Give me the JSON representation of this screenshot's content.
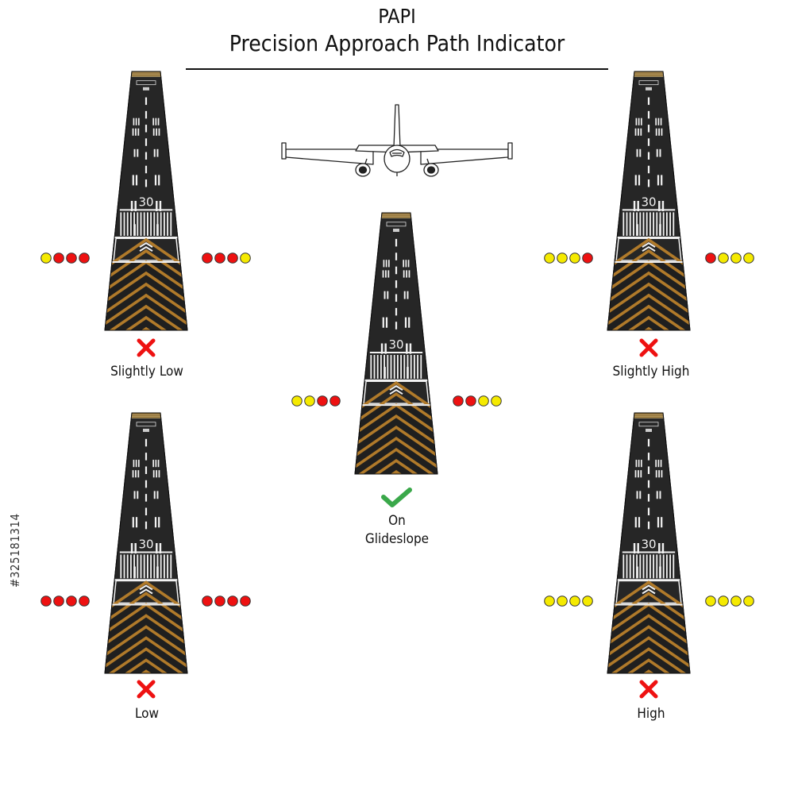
{
  "title": {
    "line1": "PAPI",
    "line2": "Precision Approach Path Indicator"
  },
  "runway_number": "30",
  "light_colors": {
    "red": "#ee1111",
    "white": "#f5ea00"
  },
  "panels": [
    {
      "id": "slightly-low",
      "label": "Slightly Low",
      "status": "incorrect",
      "left_lights": [
        "white",
        "red",
        "red",
        "red"
      ],
      "right_lights": [
        "red",
        "red",
        "red",
        "white"
      ]
    },
    {
      "id": "on-glideslope",
      "label_lines": [
        "On",
        "Glideslope"
      ],
      "status": "correct",
      "left_lights": [
        "white",
        "white",
        "red",
        "red"
      ],
      "right_lights": [
        "red",
        "red",
        "white",
        "white"
      ]
    },
    {
      "id": "slightly-high",
      "label": "Slightly High",
      "status": "incorrect",
      "left_lights": [
        "white",
        "white",
        "white",
        "red"
      ],
      "right_lights": [
        "red",
        "white",
        "white",
        "white"
      ]
    },
    {
      "id": "low",
      "label": "Low",
      "status": "incorrect",
      "left_lights": [
        "red",
        "red",
        "red",
        "red"
      ],
      "right_lights": [
        "red",
        "red",
        "red",
        "red"
      ]
    },
    {
      "id": "high",
      "label": "High",
      "status": "incorrect",
      "left_lights": [
        "white",
        "white",
        "white",
        "white"
      ],
      "right_lights": [
        "white",
        "white",
        "white",
        "white"
      ]
    }
  ],
  "status_icons": {
    "correct": "check-icon",
    "incorrect": "cross-icon"
  },
  "stock_id": "#325181314"
}
